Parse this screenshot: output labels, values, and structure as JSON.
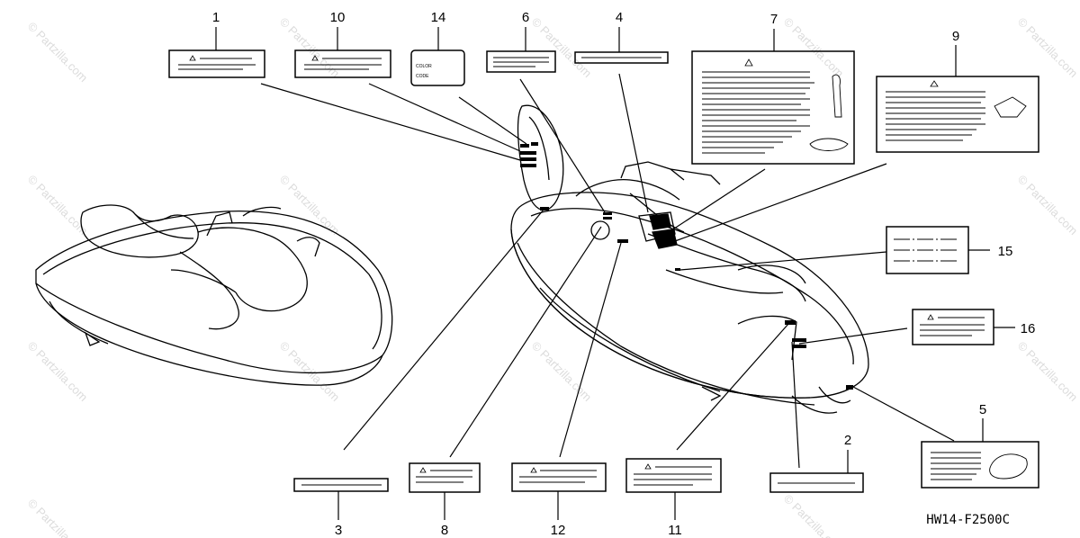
{
  "diagram": {
    "code": "HW14-F2500C",
    "watermark": "© Partzilla.com",
    "label14_text_1": "COLOR",
    "label14_text_2": "CODE",
    "callouts": [
      {
        "id": "1",
        "text": "1"
      },
      {
        "id": "10",
        "text": "10"
      },
      {
        "id": "14",
        "text": "14"
      },
      {
        "id": "6",
        "text": "6"
      },
      {
        "id": "4",
        "text": "4"
      },
      {
        "id": "7",
        "text": "7"
      },
      {
        "id": "9",
        "text": "9"
      },
      {
        "id": "15",
        "text": "15"
      },
      {
        "id": "16",
        "text": "16"
      },
      {
        "id": "5",
        "text": "5"
      },
      {
        "id": "2",
        "text": "2"
      },
      {
        "id": "3",
        "text": "3"
      },
      {
        "id": "8",
        "text": "8"
      },
      {
        "id": "12",
        "text": "12"
      },
      {
        "id": "11",
        "text": "11"
      }
    ]
  }
}
